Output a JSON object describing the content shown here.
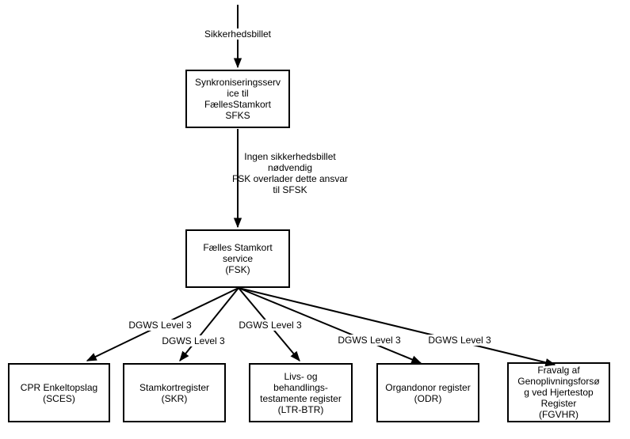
{
  "colors": {
    "background": "#ffffff",
    "stroke": "#000000",
    "text": "#000000",
    "node_fill": "#ffffff"
  },
  "nodes": {
    "sfks": {
      "label": "Synkroniseringsserv\nice til\nFællesStamkort\nSFKS"
    },
    "fsk": {
      "label": "Fælles Stamkort\nservice\n(FSK)"
    },
    "sces": {
      "label": "CPR Enkeltopslag\n(SCES)"
    },
    "skr": {
      "label": "Stamkortregister\n(SKR)"
    },
    "ltr_btr": {
      "label": "Livs- og\nbehandlings-\ntestamente register\n(LTR-BTR)"
    },
    "odr": {
      "label": "Organdonor register\n(ODR)"
    },
    "fgvhr": {
      "label": "Fravalg af\nGenoplivningsforsø\ng ved Hjertestop\nRegister\n(FGVHR)"
    }
  },
  "edge_labels": {
    "top_arrow": "Sikkerhedsbillet",
    "sfks_to_fsk": "Ingen sikkerhedsbillet\nnødvendig\nFSK overlader dette ansvar\ntil SFSK",
    "dgws": [
      "DGWS Level 3",
      "DGWS Level 3",
      "DGWS Level 3",
      "DGWS Level 3",
      "DGWS Level 3"
    ]
  }
}
